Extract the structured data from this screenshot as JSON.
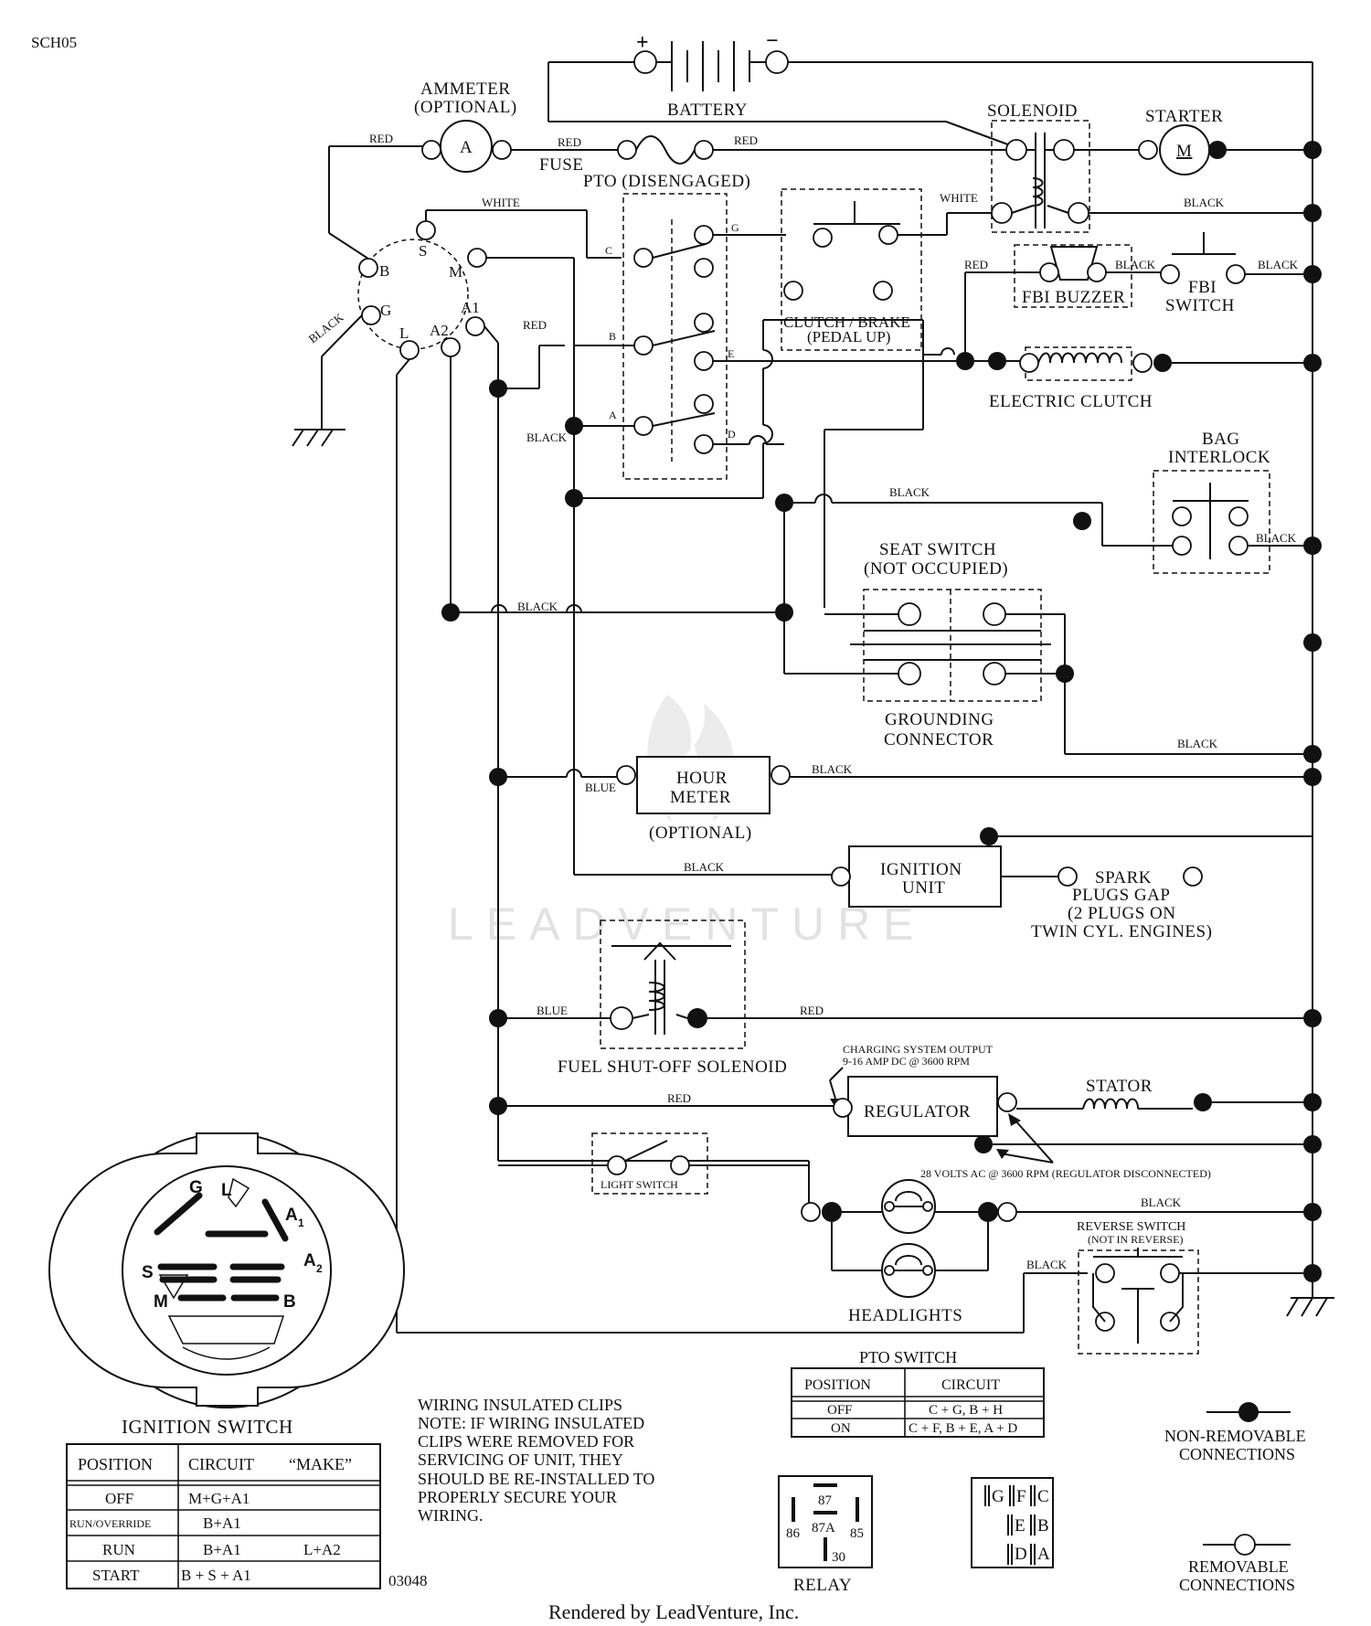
{
  "doc_code": "SCH05",
  "drawing_number": "03048",
  "watermark": "LEADVENTURE",
  "footer": "Rendered by LeadVenture, Inc.",
  "battery": {
    "label": "BATTERY",
    "plus": "+",
    "minus": "−"
  },
  "ammeter": {
    "label": "AMMETER",
    "sublabel": "(OPTIONAL)",
    "symbol": "A"
  },
  "fuse": {
    "label": "FUSE"
  },
  "solenoid": {
    "label": "SOLENOID"
  },
  "starter": {
    "label": "STARTER",
    "symbol": "M"
  },
  "pto_disengaged": {
    "label": "PTO (DISENGAGED)",
    "terminals": [
      "C",
      "G",
      "B",
      "E",
      "A",
      "D"
    ]
  },
  "clutch_brake": {
    "label": "CLUTCH / BRAKE",
    "sublabel": "(PEDAL UP)"
  },
  "fbi_buzzer": {
    "label": "FBI BUZZER"
  },
  "fbi_switch": {
    "label": "FBI",
    "label2": "SWITCH"
  },
  "electric_clutch": {
    "label": "ELECTRIC CLUTCH"
  },
  "bag_interlock": {
    "label": "BAG",
    "label2": "INTERLOCK"
  },
  "seat_switch": {
    "label": "SEAT SWITCH",
    "sublabel": "(NOT OCCUPIED)"
  },
  "grounding_connector": {
    "label": "GROUNDING",
    "label2": "CONNECTOR"
  },
  "hour_meter": {
    "label": "HOUR",
    "label2": "METER",
    "sublabel": "(OPTIONAL)"
  },
  "ignition_unit": {
    "label": "IGNITION",
    "label2": "UNIT"
  },
  "spark_plugs": {
    "l1": "SPARK",
    "l2": "PLUGS GAP",
    "l3": "(2 PLUGS ON",
    "l4": "TWIN CYL. ENGINES)"
  },
  "fuel_solenoid": {
    "label": "FUEL SHUT-OFF SOLENOID"
  },
  "charging": {
    "l1": "CHARGING SYSTEM OUTPUT",
    "l2": "9-16 AMP DC @ 3600 RPM"
  },
  "regulator": {
    "label": "REGULATOR"
  },
  "stator": {
    "label": "STATOR"
  },
  "ac_note": "28 VOLTS AC @ 3600 RPM (REGULATOR DISCONNECTED)",
  "light_switch": {
    "label": "LIGHT SWITCH"
  },
  "headlights": {
    "label": "HEADLIGHTS"
  },
  "reverse_switch": {
    "label": "REVERSE SWITCH",
    "sublabel": "(NOT IN REVERSE)"
  },
  "ignition_terminals": [
    "S",
    "M",
    "B",
    "A1",
    "G",
    "L",
    "A2"
  ],
  "ignition_face": {
    "G": "G",
    "L": "L",
    "A": "A",
    "A1_sub": "1",
    "S": "S",
    "A2_sub": "2",
    "M": "M",
    "B": "B"
  },
  "wire_colors": {
    "red": "RED",
    "white": "WHITE",
    "black": "BLACK",
    "blue": "BLUE"
  },
  "ignition_switch": {
    "title": "IGNITION SWITCH",
    "headers": [
      "POSITION",
      "CIRCUIT",
      "“MAKE”"
    ],
    "rows": [
      {
        "position": "OFF",
        "circuit": "M+G+A1",
        "make": ""
      },
      {
        "position": "RUN/OVERRIDE",
        "circuit": "B+A1",
        "make": ""
      },
      {
        "position": "RUN",
        "circuit": "B+A1",
        "make": "L+A2"
      },
      {
        "position": "START",
        "circuit": "B + S + A1",
        "make": ""
      }
    ]
  },
  "pto_switch": {
    "title": "PTO SWITCH",
    "headers": [
      "POSITION",
      "CIRCUIT"
    ],
    "rows": [
      {
        "position": "OFF",
        "circuit": "C + G, B + H"
      },
      {
        "position": "ON",
        "circuit": "C + F, B + E, A + D"
      }
    ]
  },
  "notes": [
    "WIRING INSULATED CLIPS",
    "NOTE:  IF WIRING INSULATED",
    "CLIPS WERE REMOVED FOR",
    "SERVICING OF UNIT, THEY",
    "SHOULD BE RE-INSTALLED TO",
    "PROPERLY SECURE YOUR",
    "WIRING."
  ],
  "relay": {
    "label": "RELAY",
    "pins": [
      "87",
      "87A",
      "86",
      "85",
      "30"
    ]
  },
  "pto_connector": {
    "pins": [
      "G",
      "F",
      "C",
      "E",
      "B",
      "D",
      "A"
    ]
  },
  "legend": {
    "non_removable": [
      "NON-REMOVABLE",
      "CONNECTIONS"
    ],
    "removable": [
      "REMOVABLE",
      "CONNECTIONS"
    ]
  }
}
